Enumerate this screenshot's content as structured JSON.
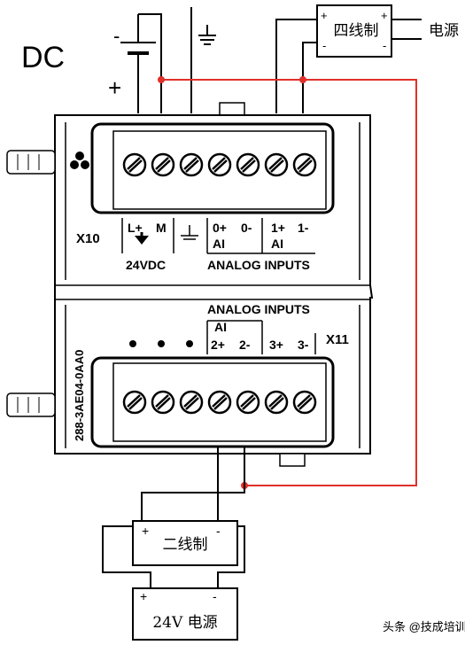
{
  "power_note": {
    "dc": "DC",
    "plus": "+",
    "minus": "-"
  },
  "four_wire_box": {
    "label": "四线制",
    "left_plus": "+",
    "left_minus": "-",
    "right_plus": "+",
    "right_minus": "-"
  },
  "four_wire_supply": {
    "label": "电源"
  },
  "module": {
    "part_number": "288-3AE04-0AA0",
    "top_connector": "X10",
    "bottom_connector": "X11",
    "top_terminals": {
      "lplus": "L+",
      "m": "M",
      "p0": "0+",
      "m0": "0-",
      "p1": "1+",
      "m1": "1-",
      "ai_a": "AI",
      "ai_b": "AI"
    },
    "top_caption_left": "24VDC",
    "top_caption_right": "ANALOG  INPUTS",
    "bottom_caption": "ANALOG INPUTS",
    "bottom_terminals": {
      "ai": "AI",
      "p2": "2+",
      "m2": "2-",
      "p3": "3+",
      "m3": "3-"
    }
  },
  "two_wire_box": {
    "label": "二线制",
    "plus": "+",
    "minus": "-"
  },
  "supply_24v": {
    "label": "24V 电源",
    "plus": "+",
    "minus": "-"
  },
  "watermark": {
    "text": "头条 @技成培训"
  },
  "colors": {
    "signal_wire": "#e0302a",
    "line": "#000000"
  }
}
